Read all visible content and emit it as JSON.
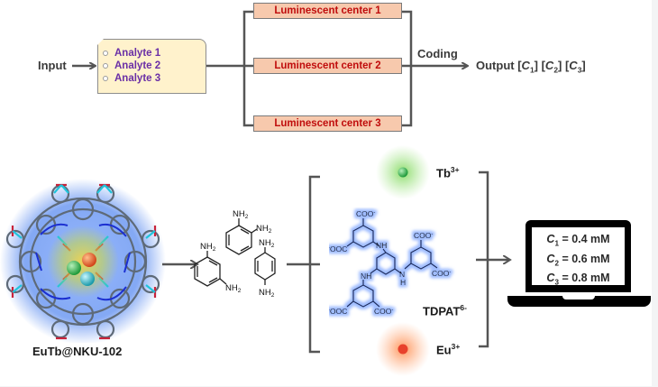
{
  "flow": {
    "input_label": "Input",
    "analytes": [
      "Analyte 1",
      "Analyte 2",
      "Analyte 3"
    ],
    "luminescent_centers": [
      "Luminescent center 1",
      "Luminescent center 2",
      "Luminescent center 3"
    ],
    "coding_label": "Coding",
    "output_prefix": "Output",
    "output_vars": [
      {
        "symbol": "C",
        "subscript": "1"
      },
      {
        "symbol": "C",
        "subscript": "2"
      },
      {
        "symbol": "C",
        "subscript": "3"
      }
    ]
  },
  "mof": {
    "label": "EuTb@NKU-102"
  },
  "analyte_molecules": {
    "group": "NH",
    "subscript": "2"
  },
  "components": {
    "tb": {
      "symbol": "Tb",
      "charge": "3+",
      "color": "#3fbf5a"
    },
    "eu": {
      "symbol": "Eu",
      "charge": "3+",
      "color": "#e8412b"
    },
    "ligand": {
      "name": "TDPAT",
      "charge": "6-",
      "carboxylate": "COO",
      "carboxylate_rev": "OOC",
      "anion": "-",
      "amine": "NH",
      "triazine_n": "N",
      "h": "H"
    }
  },
  "laptop": {
    "readings": [
      {
        "symbol": "C",
        "subscript": "1",
        "value": "= 0.4 mM"
      },
      {
        "symbol": "C",
        "subscript": "2",
        "value": "= 0.6 mM"
      },
      {
        "symbol": "C",
        "subscript": "3",
        "value": "= 0.8 mM"
      }
    ]
  },
  "colors": {
    "connector": "#555555",
    "lum_fill": "#f7c9ad",
    "lum_text": "#c00d0d",
    "analyte_fill": "#fff2cc",
    "analyte_text": "#6a2fa6",
    "mof_glow": "#5b8cf0"
  }
}
